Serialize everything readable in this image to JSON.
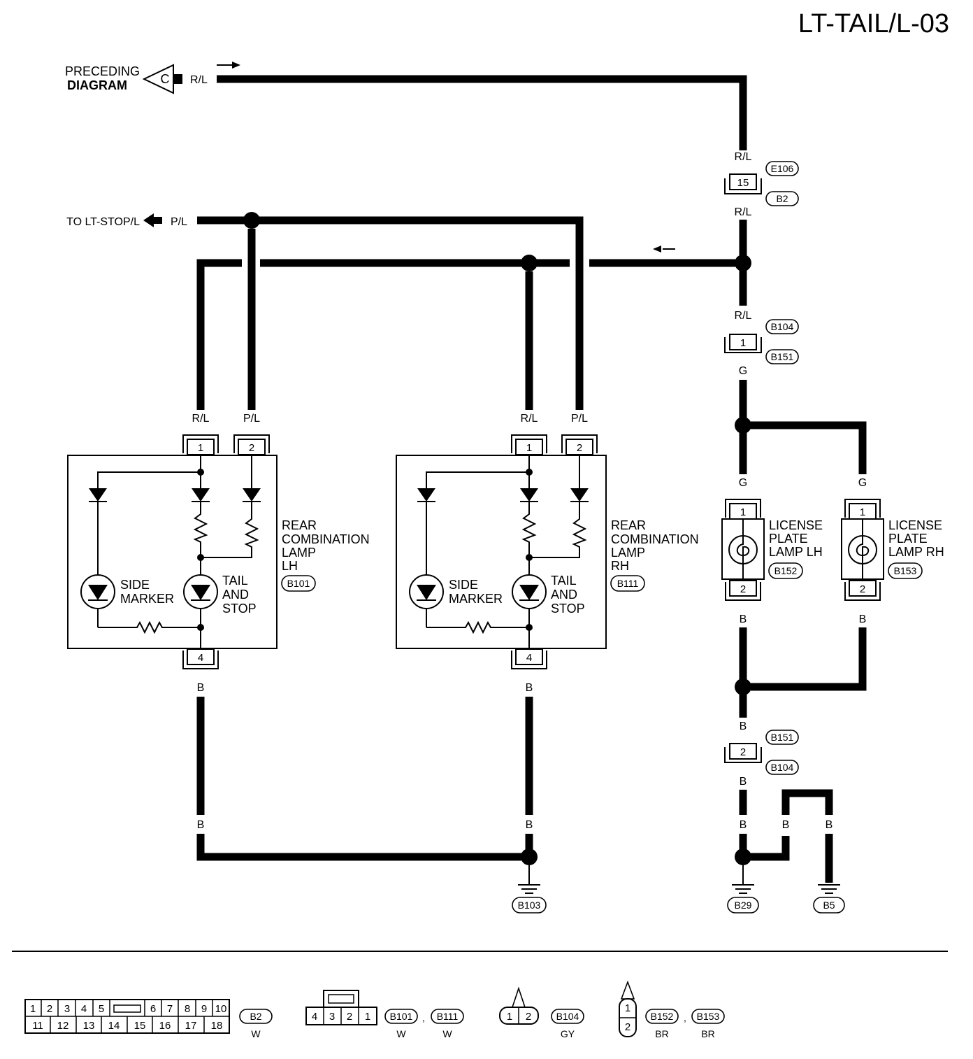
{
  "title": "LT-TAIL/L-03",
  "preceding": {
    "line1": "PRECEDING",
    "line2": "DIAGRAM",
    "connector": "C",
    "wire": "R/L"
  },
  "to_stop": {
    "label": "TO LT-STOP/L",
    "wire": "P/L"
  },
  "wires": {
    "rl": "R/L",
    "pl": "P/L",
    "g": "G",
    "b": "B"
  },
  "connectors": {
    "e106": "E106",
    "b2": "B2",
    "b104": "B104",
    "b151": "B151",
    "b101": "B101",
    "b111": "B111",
    "b152": "B152",
    "b153": "B153",
    "b103": "B103",
    "b29": "B29",
    "b5": "B5"
  },
  "pins": {
    "p1": "1",
    "p2": "2",
    "p4": "4",
    "p15": "15"
  },
  "lamp_lh": {
    "l1": "REAR",
    "l2": "COMBINATION",
    "l3": "LAMP",
    "l4": "LH"
  },
  "lamp_rh": {
    "l1": "REAR",
    "l2": "COMBINATION",
    "l3": "LAMP",
    "l4": "RH"
  },
  "bulbs": {
    "side1": "SIDE",
    "side2": "MARKER",
    "tail1": "TAIL",
    "tail2": "AND",
    "tail3": "STOP"
  },
  "license_lh": {
    "l1": "LICENSE",
    "l2": "PLATE",
    "l3": "LAMP LH"
  },
  "license_rh": {
    "l1": "LICENSE",
    "l2": "PLATE",
    "l3": "LAMP RH"
  },
  "legend": {
    "b2_pins_top": [
      "1",
      "2",
      "3",
      "4",
      "5",
      "6",
      "7",
      "8",
      "9",
      "10"
    ],
    "b2_pins_bottom": [
      "11",
      "12",
      "13",
      "14",
      "15",
      "16",
      "17",
      "18"
    ],
    "b2_name": "B2",
    "b2_color": "W",
    "b101_pins": [
      "4",
      "3",
      "2",
      "1"
    ],
    "b101_name": "B101",
    "b101_color": "W",
    "b111_name": "B111",
    "b111_color": "W",
    "b104_pins": [
      "1",
      "2"
    ],
    "b104_name": "B104",
    "b104_color": "GY",
    "b152_pins": [
      "1",
      "2"
    ],
    "b152_name": "B152",
    "b152_color": "BR",
    "b153_name": "B153",
    "b153_color": "BR",
    "sep": ","
  }
}
